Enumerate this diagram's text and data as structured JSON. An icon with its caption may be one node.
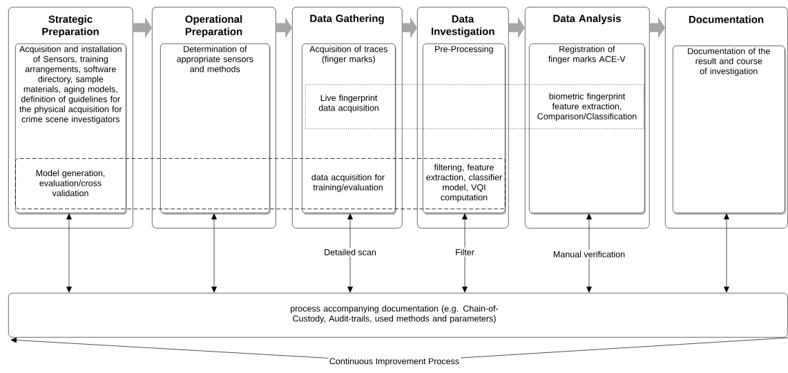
{
  "diagram": {
    "nodes": [
      {
        "text": [
          "Strategic Preparation"
        ]
      },
      {
        "text": [
          "Acquisition and installation of Sensors, training arrangements, software directory, sample materials, aging models, definition of guidelines for the physical acquisition for crime scene investigators",
          "Model generation, evaluation/cross validation"
        ],
        "in": 0
      },
      {
        "text": [
          "Operational Preparation"
        ]
      },
      {
        "text": [
          "Determination of appropriate sensors and methods"
        ],
        "in": 2
      },
      {
        "text": [
          "Data Gathering"
        ]
      },
      {
        "text": [
          "Acquisition of traces (finger marks)",
          "data acquisition for training/evaluation"
        ],
        "in": 4
      },
      {
        "text": [
          "Data Investigation"
        ]
      },
      {
        "text": [
          "Pre-Processing",
          "filtering, feature extraction, classifier model, VQI computation"
        ],
        "in": 6
      },
      {
        "text": [
          "Data Analysis"
        ]
      },
      {
        "text": [
          "Registration of finger marks ACE-V"
        ],
        "in": 8
      },
      {
        "text": [
          "Documentation"
        ]
      },
      {
        "text": [
          "Documentation of the result and course of investigation"
        ],
        "in": 10
      },
      {
        "text": [
          "Live fingerprint data acquisition",
          "biometric fingerprint feature extraction, Comparison/Classification"
        ]
      },
      {
        "text": [],
        "shape": "box"
      },
      {
        "text": [
          "process accompanying documentation (e.g. Chain-of-Custody, Audit-trails, used methods and parameters)"
        ]
      }
    ],
    "edges": [
      {
        "from": 0,
        "to": 2,
        "arrow": "to",
        "style": "thick",
        "color": "#a6a6a6"
      },
      {
        "from": 2,
        "to": 4,
        "arrow": "to",
        "style": "thick",
        "color": "#a6a6a6"
      },
      {
        "from": 4,
        "to": 6,
        "arrow": "to",
        "style": "thick",
        "color": "#a6a6a6"
      },
      {
        "from": 6,
        "to": 8,
        "arrow": "to",
        "style": "thick",
        "color": "#a6a6a6"
      },
      {
        "from": 8,
        "to": 10,
        "arrow": "to",
        "style": "thick",
        "color": "#a6a6a6"
      },
      {
        "from": 1,
        "to": 14,
        "arrow": "both"
      },
      {
        "from": 3,
        "to": 14,
        "arrow": "both"
      },
      {
        "from": 5,
        "to": 14,
        "arrow": "both",
        "label": "Detailed scan"
      },
      {
        "from": 7,
        "to": 14,
        "arrow": "both",
        "label": "Filter"
      },
      {
        "from": 9,
        "to": 14,
        "arrow": "both",
        "label": "Manual verification"
      },
      {
        "from": 11,
        "to": 14,
        "arrow": "both"
      },
      {
        "from": null,
        "to": 14,
        "arrow": "to",
        "label": "Continuous Improvement Process"
      }
    ]
  }
}
